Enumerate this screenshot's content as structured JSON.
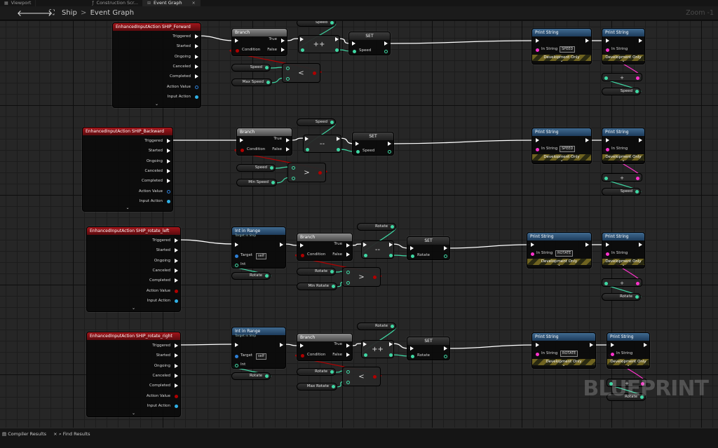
{
  "tabs": [
    {
      "label": "Viewport",
      "icon": "viewport-icon"
    },
    {
      "label": "Construction Scr...",
      "icon": "function-icon"
    },
    {
      "label": "Event Graph",
      "icon": "graph-icon"
    }
  ],
  "tab_close": "×",
  "breadcrumb": {
    "root": "Ship",
    "separator": ">",
    "current": "Event Graph"
  },
  "zoom_label": "Zoom -1",
  "watermark": "BLUEPRINT",
  "bottom_tabs": {
    "compiler": "Compiler Results",
    "find": "Find Results"
  },
  "pins": {
    "triggered": "Triggered",
    "started": "Started",
    "ongoing": "Ongoing",
    "canceled": "Canceled",
    "completed": "Completed",
    "action_value": "Action Value",
    "input_action": "Input Action",
    "true": "True",
    "false": "False",
    "condition": "Condition",
    "in_string": "In String",
    "target": "Target",
    "int": "Int",
    "self": "self",
    "development_only": "Development Only",
    "expand": "⌄"
  },
  "node_titles": {
    "branch": "Branch",
    "set": "SET",
    "print_string": "Print String",
    "int_in_range": "Int in Range",
    "target_is_ship": "Target is Ship"
  },
  "rows": [
    {
      "event": "EnhancedInputAction SHIP_Forward",
      "op_main": "++",
      "compare": "<",
      "var": "Speed",
      "limit": "Max Speed",
      "print_value": "SPEED",
      "plus_sign": "+",
      "out_var": "Speed"
    },
    {
      "event": "EnhancedInputAction SHIP_Backward",
      "op_main": "--",
      "compare": ">",
      "var": "Speed",
      "limit": "Min Speed",
      "print_value": "SPEED",
      "plus_sign": "+",
      "out_var": "Speed"
    },
    {
      "event": "EnhancedInputAction SHIP_rotate_left",
      "op_main": "--",
      "compare": ">",
      "var": "Rotate",
      "limit": "Min Rotate",
      "print_value": "ROTATE",
      "plus_sign": "+",
      "out_var": "Rotate"
    },
    {
      "event": "EnhancedInputAction SHIP_rotate_right",
      "op_main": "++",
      "compare": "<",
      "var": "Rotate",
      "limit": "Max Rotate",
      "print_value": "ROTATE",
      "plus_sign": "+",
      "out_var": "Rotate"
    }
  ]
}
